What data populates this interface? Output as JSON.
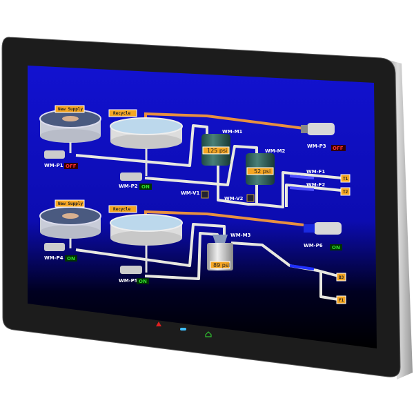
{
  "colors": {
    "screen_top": "#1010d8",
    "screen_bottom": "#000000",
    "bezel": "#1c1c1c",
    "tag_bg": "#f5a623",
    "on": "#30e030",
    "off": "#ff3030",
    "pipe": "#e8e8e0",
    "recycle_pipe": "#e89040"
  },
  "tags": {
    "new_supply_1": "New Supply",
    "recycle_1": "Recycle",
    "new_supply_2": "New Supply",
    "recycle_2": "Recycle"
  },
  "pumps": [
    {
      "label": "WM-P1",
      "status": "OFF"
    },
    {
      "label": "WM-P2",
      "status": "ON"
    },
    {
      "label": "WM-P3",
      "status": "OFF"
    },
    {
      "label": "WM-P4",
      "status": "ON"
    },
    {
      "label": "WM-P5",
      "status": "ON"
    },
    {
      "label": "WM-P6",
      "status": "ON"
    }
  ],
  "tanks": [
    {
      "label": "WM-M1",
      "pressure": "125 psi"
    },
    {
      "label": "WM-M2",
      "pressure": "52 psi"
    },
    {
      "label": "WM-M3",
      "pressure": "89 psi"
    }
  ],
  "valves": [
    {
      "label": "WM-V1"
    },
    {
      "label": "WM-V2"
    }
  ],
  "flows": [
    {
      "label": "WM-F1"
    },
    {
      "label": "WM-F2"
    }
  ],
  "outputs": [
    "T1",
    "T2",
    "B3",
    "F1"
  ],
  "leds": [
    {
      "icon": "warning-icon",
      "color": "#e02020"
    },
    {
      "icon": "status-led-icon",
      "color": "#40c0ff"
    },
    {
      "icon": "home-icon",
      "color": "#30c030"
    }
  ]
}
